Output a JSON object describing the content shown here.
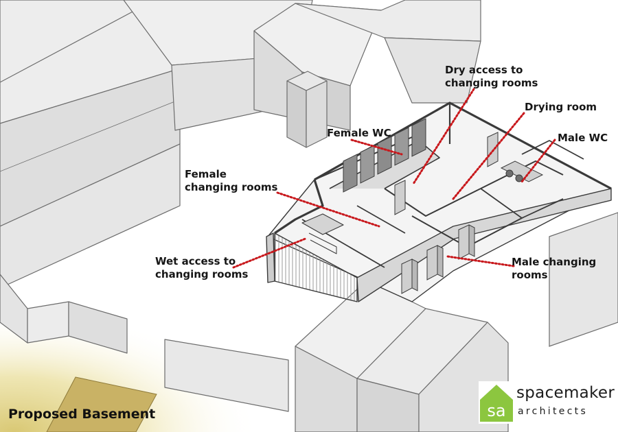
{
  "diagram": {
    "title": "Proposed Basement",
    "labels": {
      "dry_access": "Dry access to\nchanging rooms",
      "drying_room": "Drying room",
      "female_wc": "Female WC",
      "male_wc": "Male WC",
      "female_changing": "Female\nchanging rooms",
      "wet_access": "Wet access to\nchanging rooms",
      "male_changing": "Male changing\nrooms"
    },
    "logo": {
      "monogram": "sa",
      "word1": "spacemaker",
      "word2": "architects"
    },
    "colors": {
      "leader_line": "#c8181c",
      "logo_green": "#8cc63f",
      "ground_tint": "#e3d690",
      "building_fill": "#e9e9e9"
    }
  }
}
